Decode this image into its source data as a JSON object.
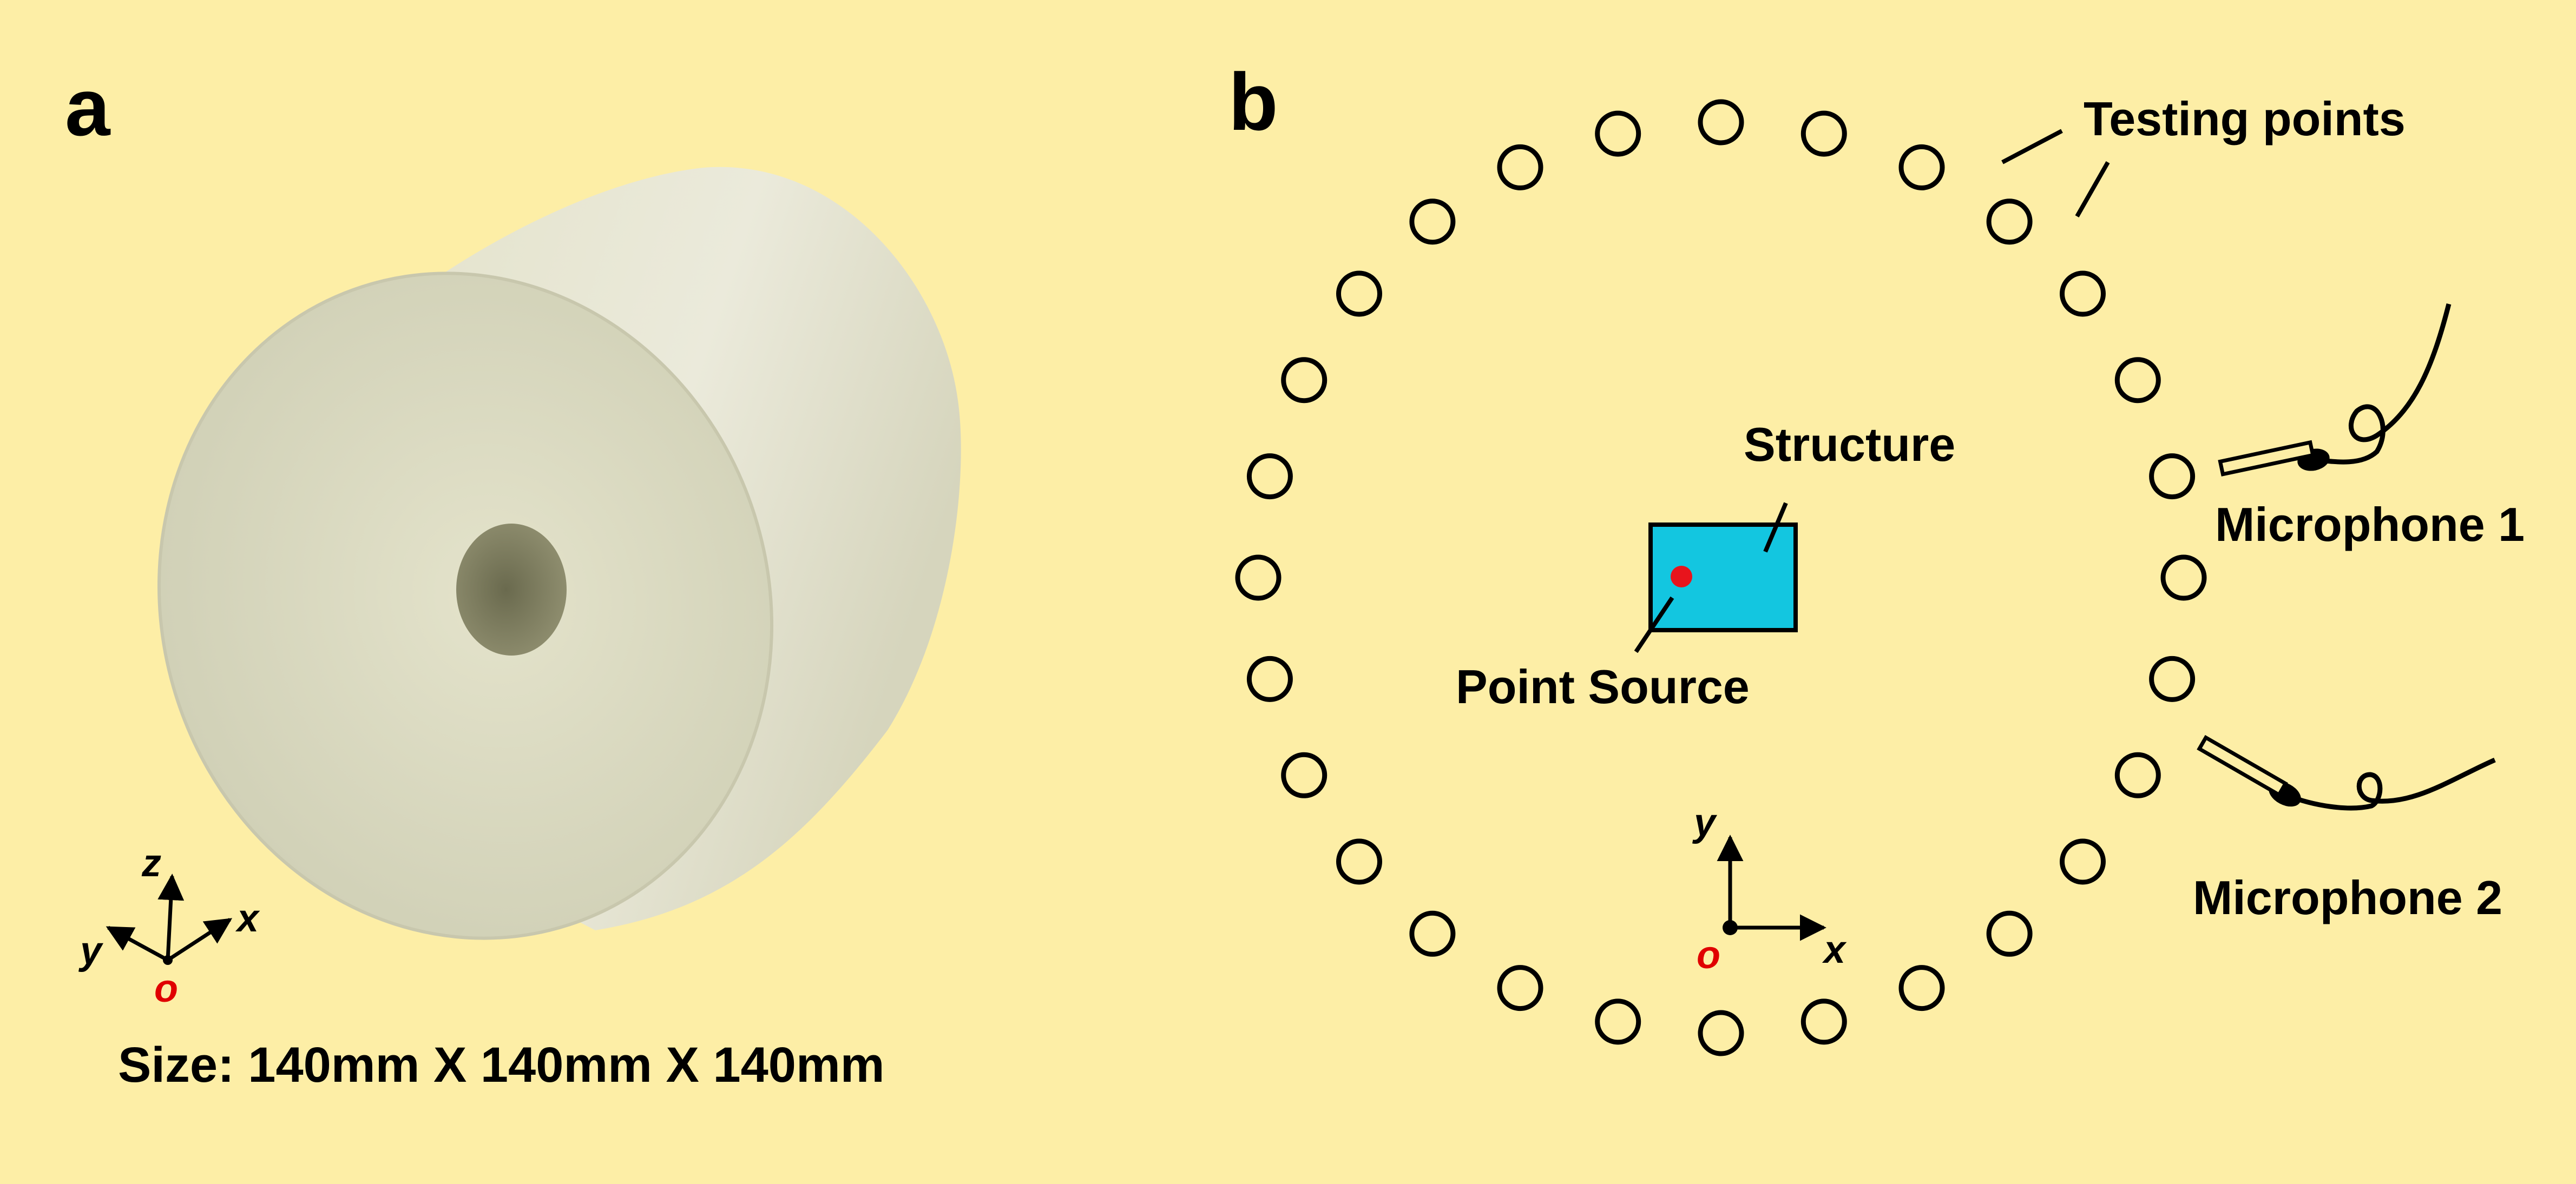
{
  "colors": {
    "background": "#fdeea6",
    "structure_fill": "#13c6e0",
    "point_source": "#e8141c",
    "origin_label": "#e00000",
    "cylinder_body": "#e6e4cc",
    "cylinder_face": "#dcdcc4"
  },
  "panel_a": {
    "letter": "a",
    "size_text": "Size: 140mm X 140mm X 140mm",
    "axes": {
      "z": "z",
      "y": "y",
      "x": "x",
      "origin": "o"
    }
  },
  "panel_b": {
    "letter": "b",
    "testing_points_label": "Testing points",
    "testing_points_count": 28,
    "structure_label": "Structure",
    "point_source_label": "Point Source",
    "microphone_1_label": "Microphone 1",
    "microphone_2_label": "Microphone 2",
    "axes": {
      "y": "y",
      "x": "x",
      "origin": "o"
    }
  }
}
